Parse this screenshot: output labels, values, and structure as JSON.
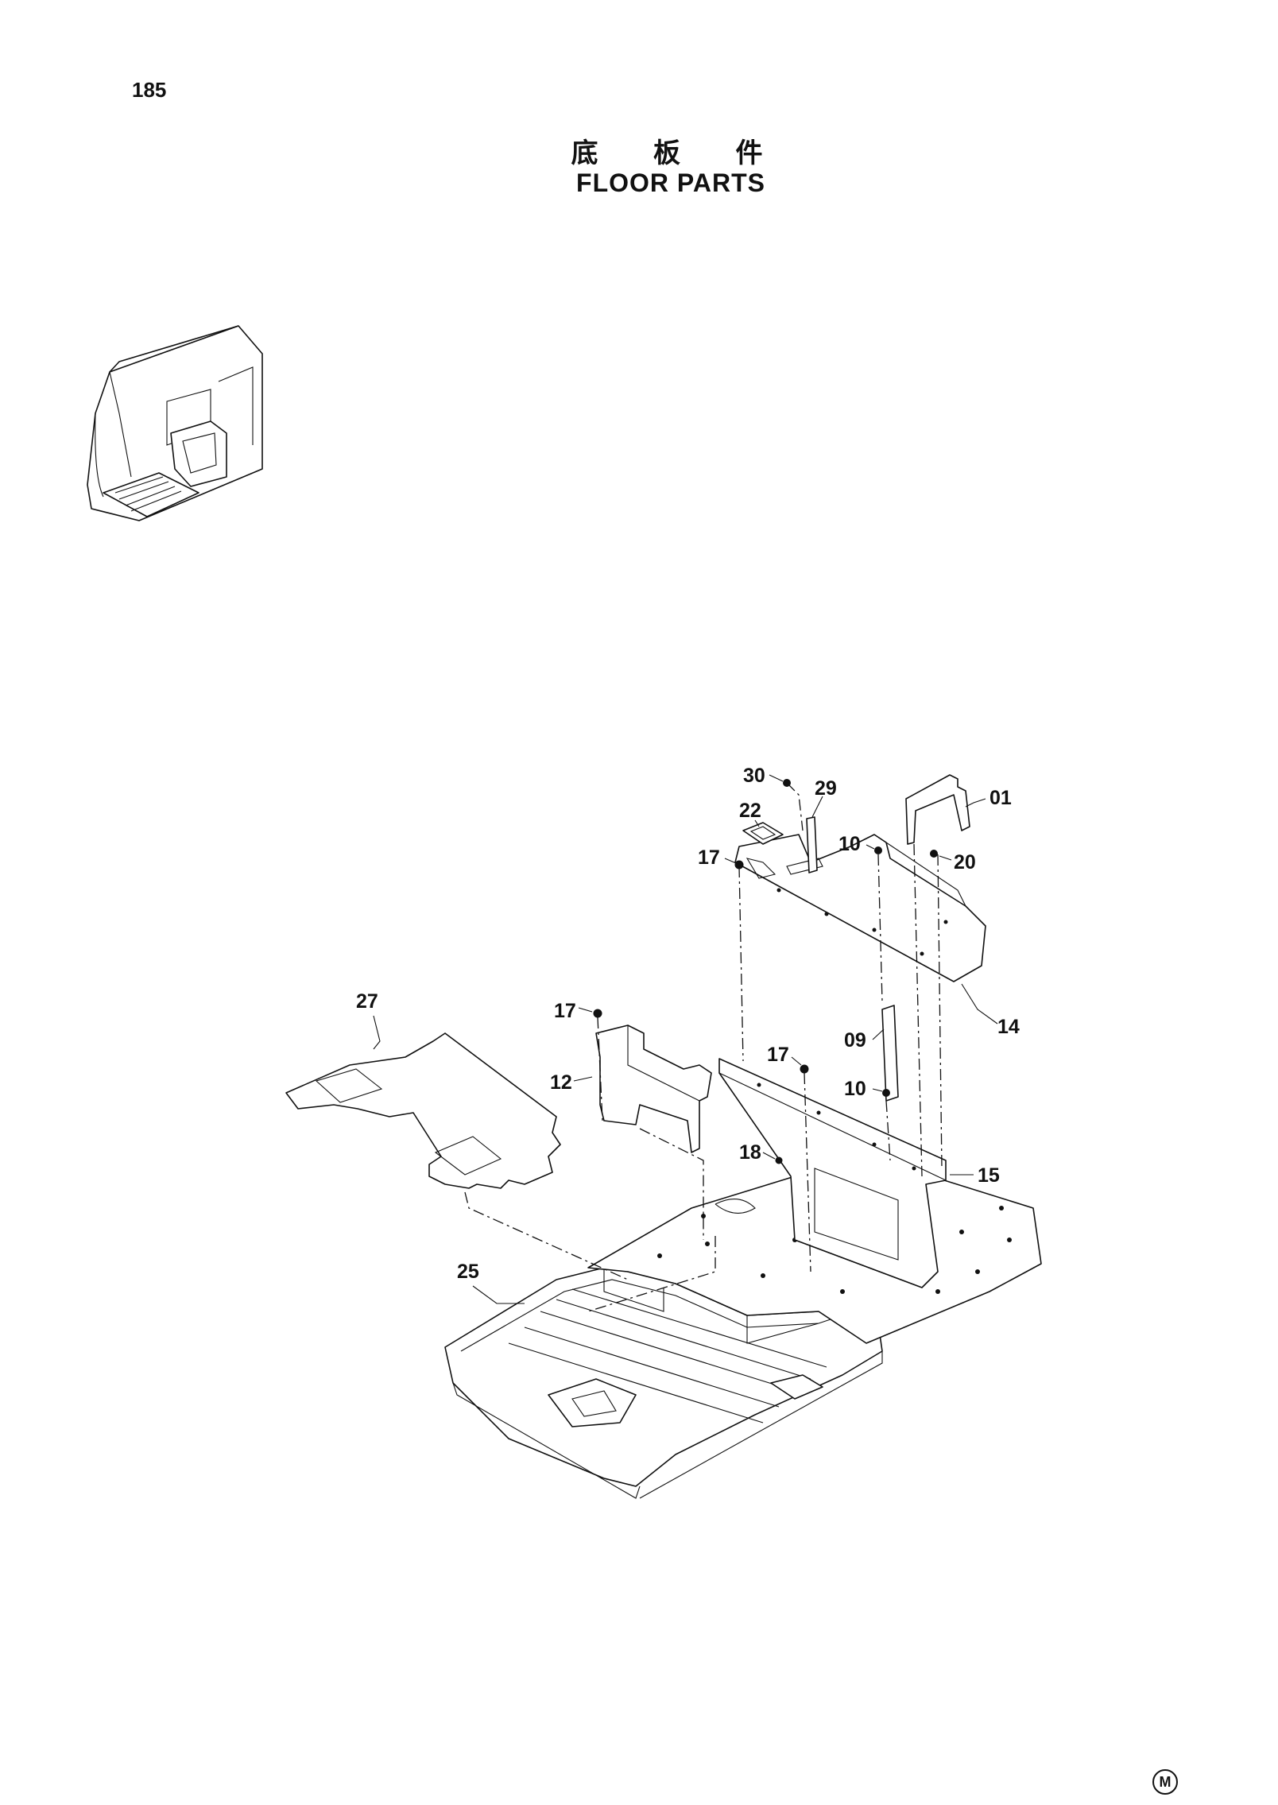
{
  "page": {
    "number": "185",
    "title_cn": "底 板 件",
    "title_en": "FLOOR PARTS",
    "mark": "M"
  },
  "callouts": [
    {
      "id": "30",
      "text": "30"
    },
    {
      "id": "29",
      "text": "29"
    },
    {
      "id": "01",
      "text": "01"
    },
    {
      "id": "22",
      "text": "22"
    },
    {
      "id": "10a",
      "text": "10"
    },
    {
      "id": "20",
      "text": "20"
    },
    {
      "id": "17a",
      "text": "17"
    },
    {
      "id": "27",
      "text": "27"
    },
    {
      "id": "17b",
      "text": "17"
    },
    {
      "id": "14",
      "text": "14"
    },
    {
      "id": "09",
      "text": "09"
    },
    {
      "id": "17c",
      "text": "17"
    },
    {
      "id": "12",
      "text": "12"
    },
    {
      "id": "10b",
      "text": "10"
    },
    {
      "id": "18",
      "text": "18"
    },
    {
      "id": "15",
      "text": "15"
    },
    {
      "id": "25",
      "text": "25"
    }
  ]
}
